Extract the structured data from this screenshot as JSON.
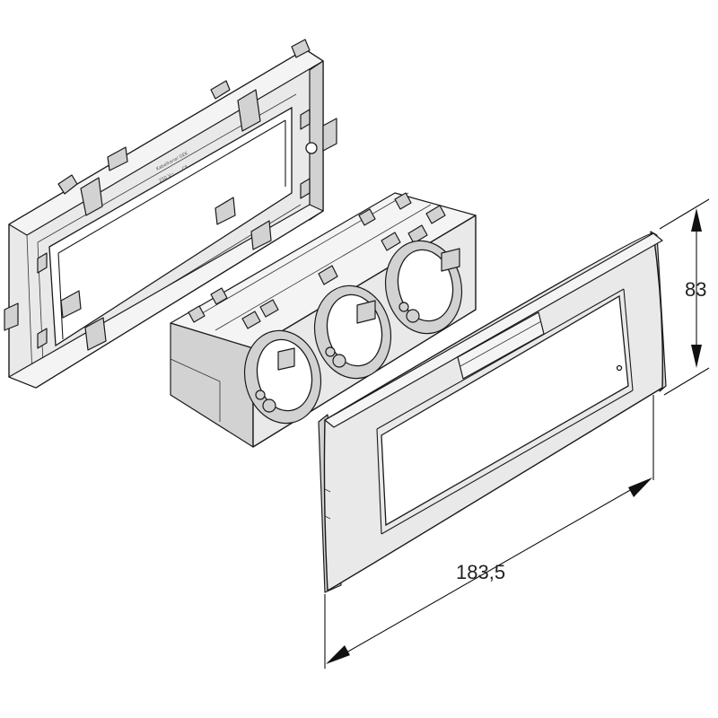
{
  "dimensions": {
    "width": "183,5",
    "height": "83"
  },
  "frame_label": {
    "line1": "Kabelkanal GEK",
    "line2": "250 V~",
    "mark": "CE"
  }
}
